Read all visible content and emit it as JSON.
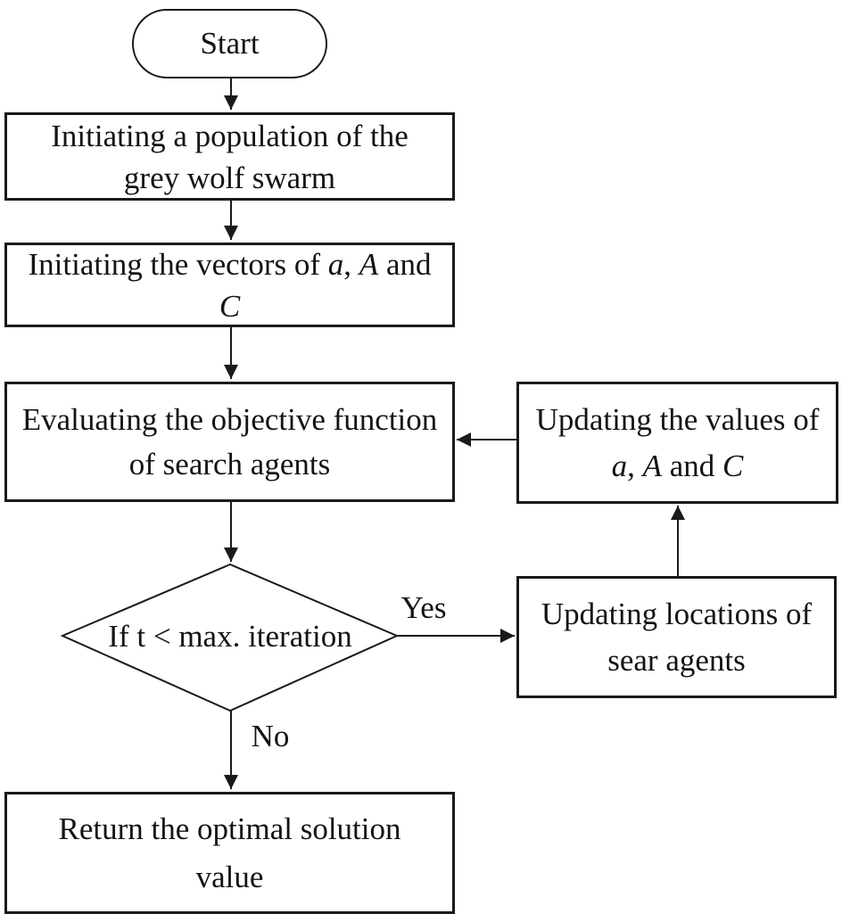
{
  "colors": {
    "background": "#ffffff",
    "line": "#1a1a1a",
    "text": "#141414"
  },
  "nodes": {
    "start": {
      "type": "terminator",
      "label": "Start"
    },
    "init_population": {
      "type": "process",
      "segments": [
        {
          "text": "Initiating a population of the"
        },
        {
          "break": true
        },
        {
          "text": "grey wolf swarm"
        }
      ]
    },
    "init_vectors": {
      "type": "process",
      "segments": [
        {
          "text": "Initiating the vectors of "
        },
        {
          "text": "a",
          "italic": true
        },
        {
          "text": ", "
        },
        {
          "text": "A",
          "italic": true
        },
        {
          "text": " and"
        },
        {
          "break": true
        },
        {
          "text": "C",
          "italic": true
        }
      ]
    },
    "evaluate": {
      "type": "process",
      "segments": [
        {
          "text": "Evaluating the objective function"
        },
        {
          "break": true
        },
        {
          "text": "of search agents"
        }
      ]
    },
    "decision": {
      "type": "decision",
      "label": "If t < max. iteration"
    },
    "update_locations": {
      "type": "process",
      "segments": [
        {
          "text": "Updating locations of"
        },
        {
          "break": true
        },
        {
          "text": "sear agents"
        }
      ]
    },
    "update_values": {
      "type": "process",
      "segments": [
        {
          "text": "Updating the values of"
        },
        {
          "break": true
        },
        {
          "text": "a",
          "italic": true
        },
        {
          "text": ", "
        },
        {
          "text": "A",
          "italic": true
        },
        {
          "text": " and "
        },
        {
          "text": "C",
          "italic": true
        }
      ]
    },
    "return_value": {
      "type": "process",
      "segments": [
        {
          "text": "Return the optimal solution"
        },
        {
          "break": true
        },
        {
          "text": "value"
        }
      ]
    }
  },
  "edge_labels": {
    "yes": "Yes",
    "no": "No"
  }
}
